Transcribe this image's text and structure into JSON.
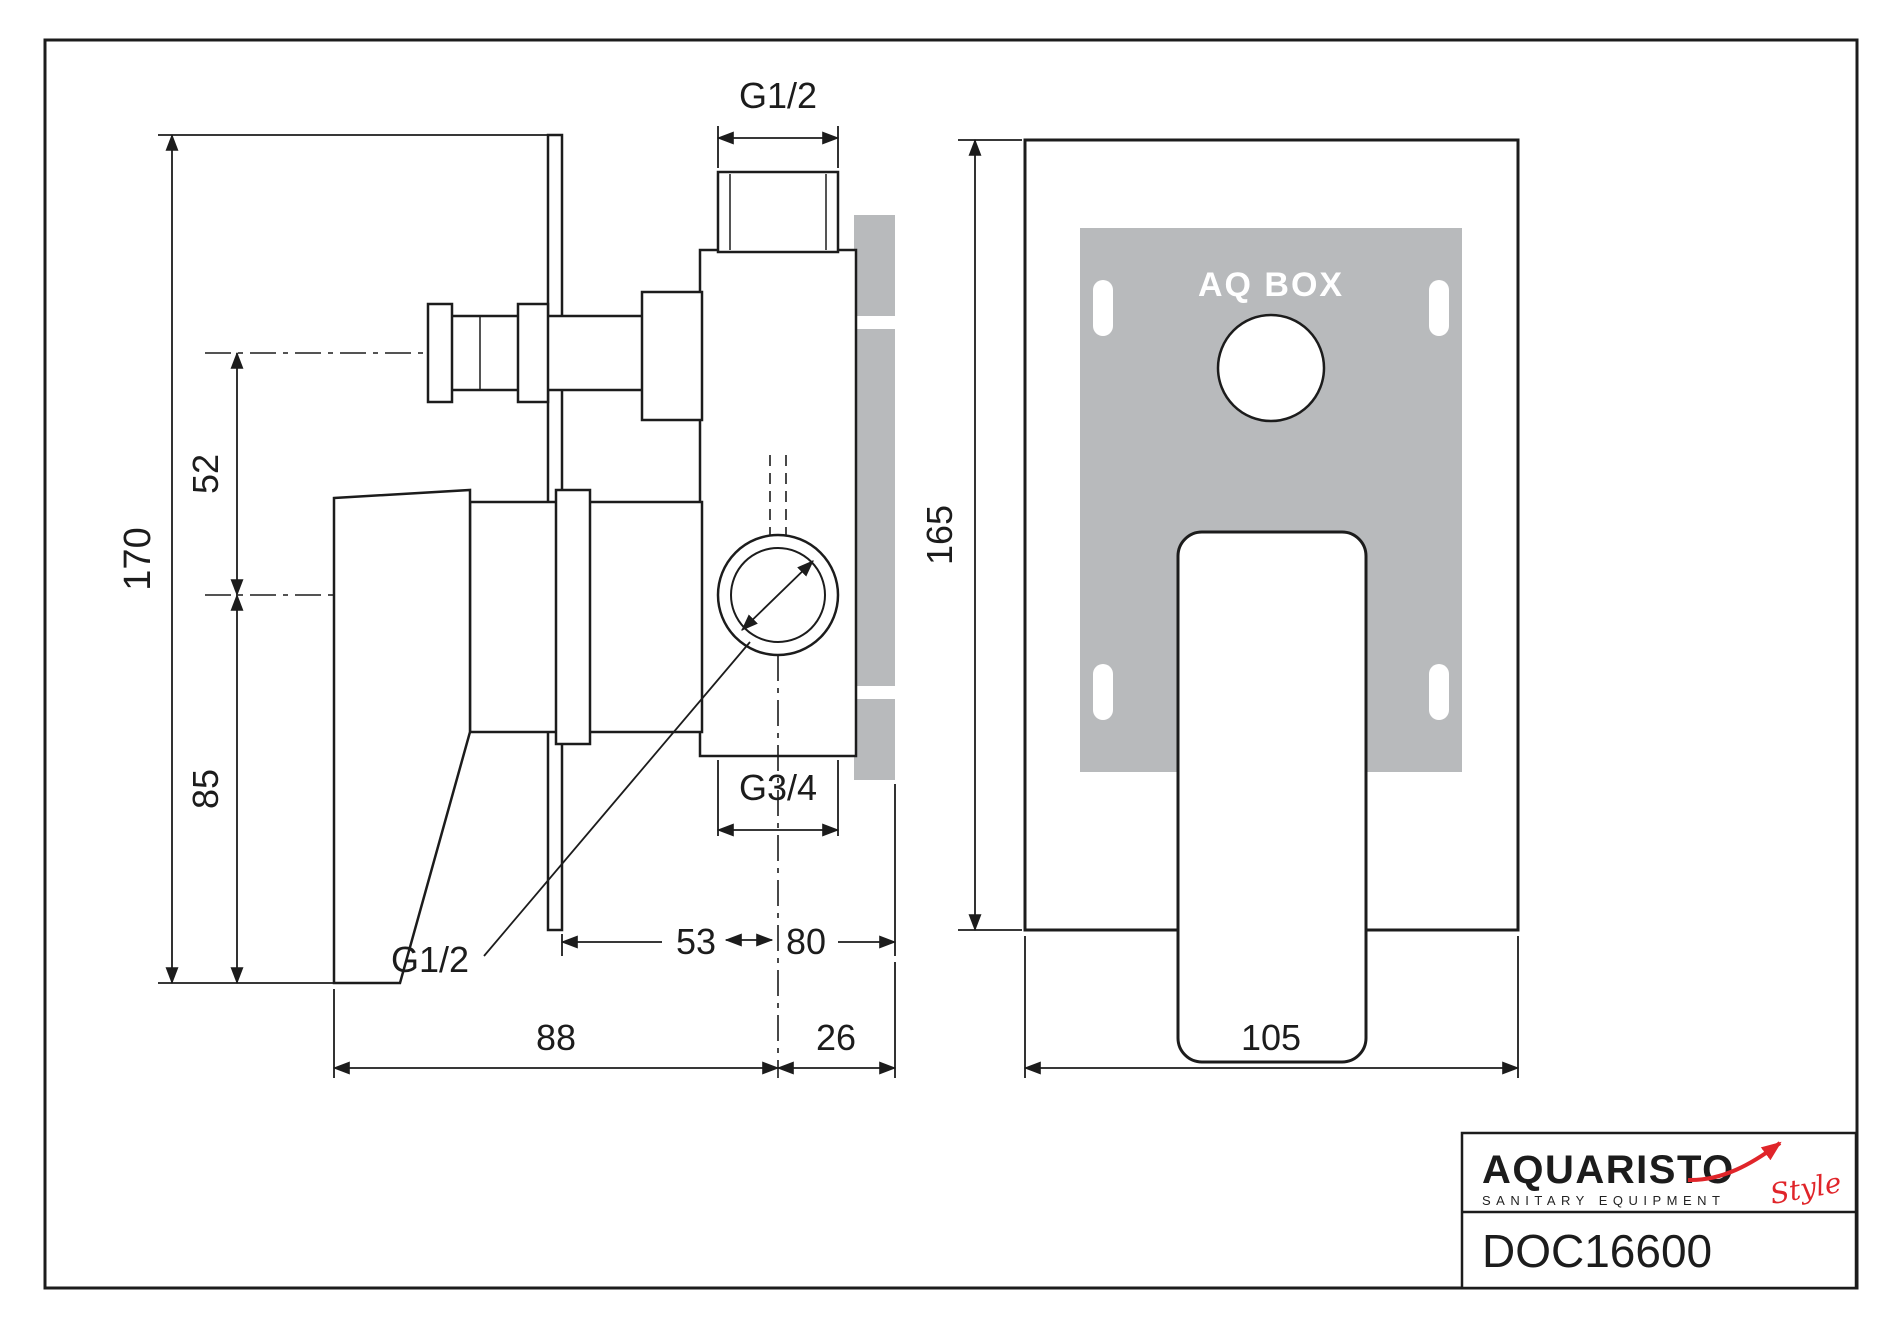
{
  "side_view": {
    "label_g12_top": "G1/2",
    "label_g34": "G3/4",
    "label_g12_outlet": "G1/2",
    "dim_170": "170",
    "dim_52": "52",
    "dim_85": "85",
    "dim_53": "53",
    "dim_80": "80",
    "dim_88": "88",
    "dim_26": "26"
  },
  "front_view": {
    "box_label": "AQ BOX",
    "dim_165": "165",
    "dim_105": "105"
  },
  "title_block": {
    "brand": "AQUARISTO",
    "tagline": "SANITARY EQUIPMENT",
    "script": "Style",
    "product_code": "DOC16600"
  },
  "colors": {
    "line": "#1c1c1c",
    "gray": "#b8babc",
    "red": "#e0252a"
  }
}
